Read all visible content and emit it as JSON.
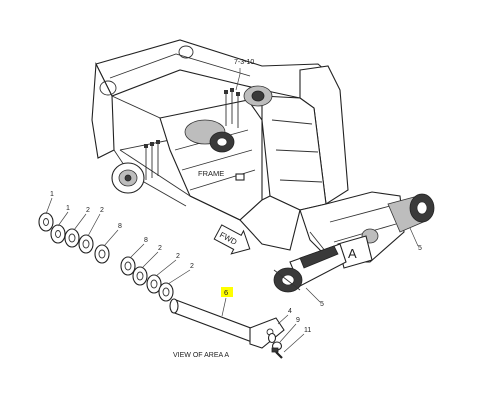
{
  "diagram": {
    "frame_label": "FRAME",
    "fwd_label": "FWD",
    "area_label": "A",
    "view_caption": "VIEW OF AREA  A",
    "highlight_color": "#ffff00",
    "callouts": {
      "ref_7_3_10": "7-3-10",
      "c5_right": "5",
      "c5_lower": "5",
      "washers_left": [
        "1",
        "1",
        "2",
        "2",
        "8"
      ],
      "washers_right": [
        "8",
        "2",
        "2",
        "2"
      ],
      "pin_highlighted": "6",
      "c4": "4",
      "c9": "9",
      "c11": "11"
    }
  }
}
